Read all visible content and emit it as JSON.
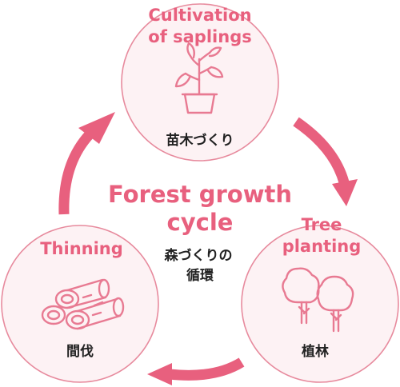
{
  "colors": {
    "accent": "#e8607e",
    "circle_fill": "#fdf2f4",
    "circle_stroke": "#e78a9d",
    "arrow": "#e8607e",
    "icon": "#e87a92"
  },
  "center": {
    "title_line1": "Forest growth",
    "title_line2": "cycle",
    "jp_line1": "森づくりの",
    "jp_line2": "循環"
  },
  "stages": {
    "saplings": {
      "title_line1": "Cultivation",
      "title_line2": "of saplings",
      "jp_label": "苗木づくり",
      "icon": "potted-sapling-icon"
    },
    "planting": {
      "title_line1": "Tree",
      "title_line2": "planting",
      "jp_label": "植林",
      "icon": "trees-icon"
    },
    "thinning": {
      "title_line1": "Thinning",
      "jp_label": "間伐",
      "icon": "logs-icon"
    }
  }
}
